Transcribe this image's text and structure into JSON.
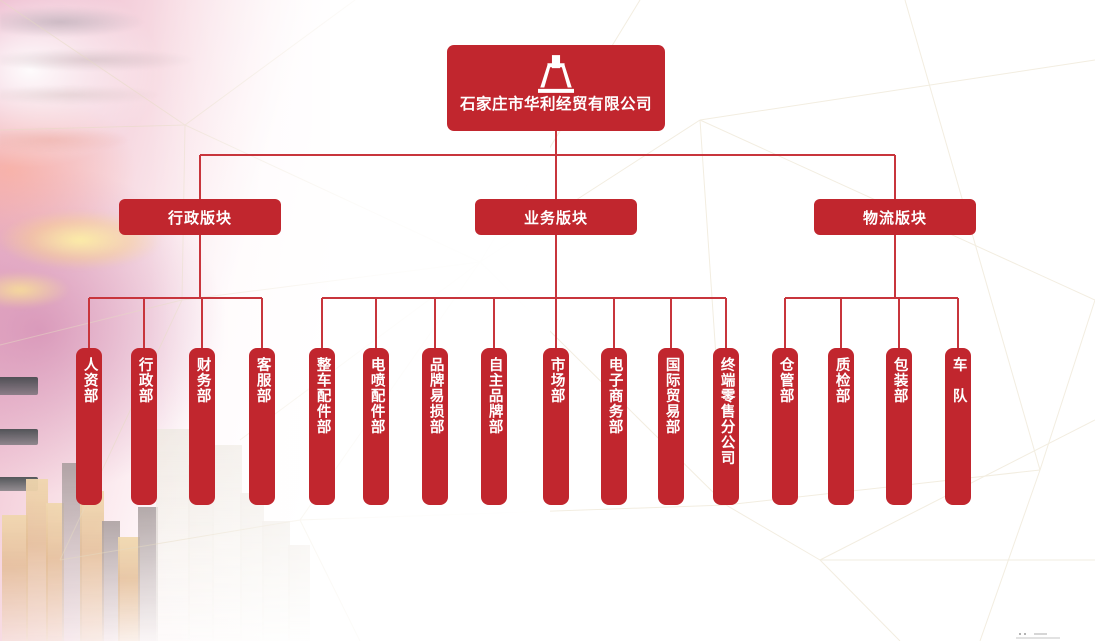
{
  "slide": {
    "background_description": "red-pink sunset sky with city skyline at lower left and faint polygon line network",
    "brand_red": "#c1262e",
    "text_white": "#ffffff",
    "line_red": "#c8353c",
    "network_line": "#e9dfc9"
  },
  "root": {
    "title": "石家庄市华利经贸有限公司",
    "logo_name": "huali-mountain-logo"
  },
  "divisions": [
    {
      "label": "行政版块",
      "name": "division-administration"
    },
    {
      "label": "业务版块",
      "name": "division-business"
    },
    {
      "label": "物流版块",
      "name": "division-logistics"
    }
  ],
  "departments": {
    "administration": [
      {
        "label": "人资部"
      },
      {
        "label": "行政部"
      },
      {
        "label": "财务部"
      },
      {
        "label": "客服部"
      }
    ],
    "business": [
      {
        "label": "整车配件部"
      },
      {
        "label": "电喷配件部"
      },
      {
        "label": "品牌易损部"
      },
      {
        "label": "自主品牌部"
      },
      {
        "label": "市场部"
      },
      {
        "label": "电子商务部"
      },
      {
        "label": "国际贸易部"
      },
      {
        "label": "终端零售分公司"
      }
    ],
    "logistics": [
      {
        "label": "仓管部"
      },
      {
        "label": "质检部"
      },
      {
        "label": "包装部"
      },
      {
        "label": "车　队"
      }
    ]
  }
}
